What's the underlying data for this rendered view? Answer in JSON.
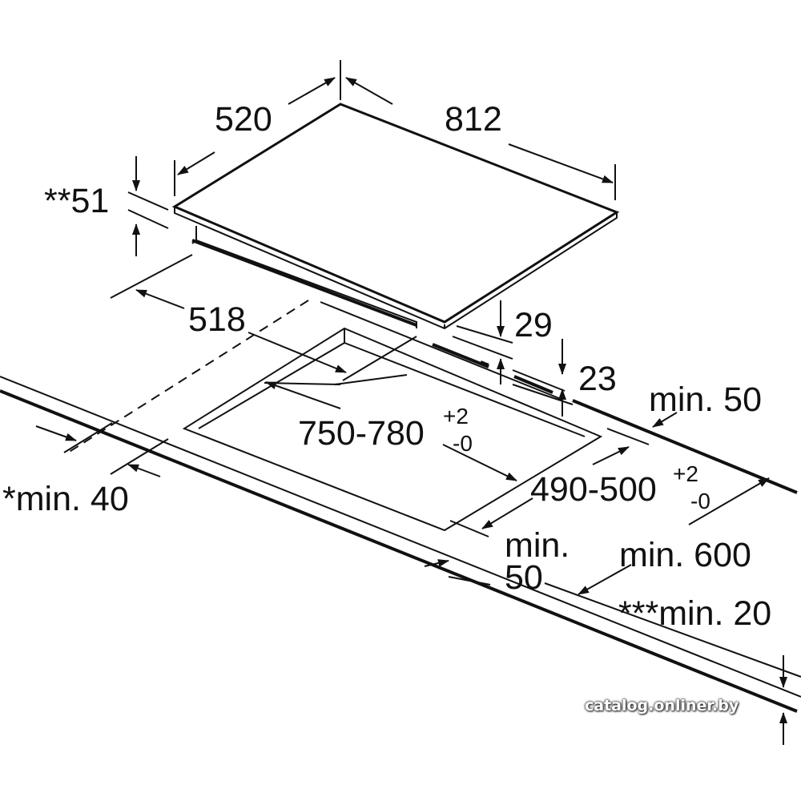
{
  "diagram": {
    "title_labels": {
      "depth": "520",
      "width": "812",
      "height_total": "**51",
      "body_width": "518",
      "body_height": "29",
      "frame_height": "23",
      "rear_clearance": "min. 50",
      "cutout_width": "750-780",
      "cutout_width_tol_plus": "+2",
      "cutout_width_tol_minus": "-0",
      "cutout_depth": "490-500",
      "cutout_depth_tol_plus": "+2",
      "cutout_depth_tol_minus": "-0",
      "side_clearance": "*min. 40",
      "front_clearance_line1": "min.",
      "front_clearance_line2": "50",
      "counter_depth": "min. 600",
      "counter_thickness": "***min. 20"
    },
    "watermark": "catalog.onliner.by",
    "colors": {
      "line": "#111111",
      "background": "#ffffff"
    }
  }
}
